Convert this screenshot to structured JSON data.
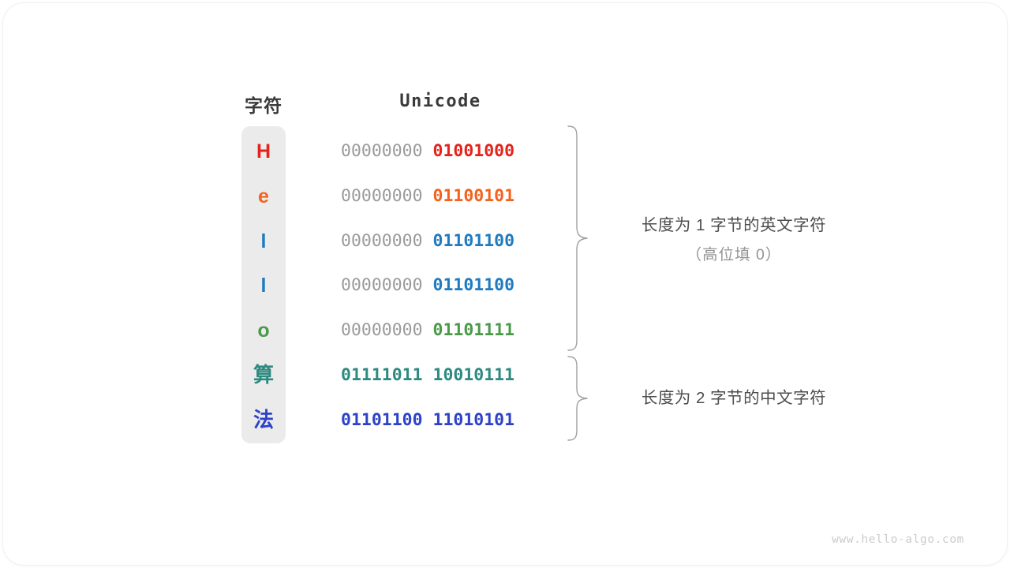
{
  "headers": {
    "character": "字符",
    "unicode": "Unicode"
  },
  "colors": {
    "card_background": "#ffffff",
    "column_background": "#ebebeb",
    "high_byte_gray": "#9a9a9a",
    "annotation_text": "#4d4d4d",
    "annotation_sub_text": "#949494",
    "brace_stroke": "#9e9e9e",
    "watermark": "#cccccc",
    "red": "#e5231c",
    "orange": "#f4621f",
    "blue": "#1f7bbf",
    "green": "#4a9a4a",
    "teal": "#2e8a80",
    "dark_blue": "#2d42c9"
  },
  "rows": [
    {
      "char": "H",
      "char_color": "#e5231c",
      "high_byte": "00000000",
      "low_byte": "01001000",
      "low_color": "#e5231c",
      "high_bold": false,
      "cjk": false,
      "group": "ascii"
    },
    {
      "char": "e",
      "char_color": "#f4621f",
      "high_byte": "00000000",
      "low_byte": "01100101",
      "low_color": "#f4621f",
      "high_bold": false,
      "cjk": false,
      "group": "ascii"
    },
    {
      "char": "l",
      "char_color": "#1f7bbf",
      "high_byte": "00000000",
      "low_byte": "01101100",
      "low_color": "#1f7bbf",
      "high_bold": false,
      "cjk": false,
      "group": "ascii"
    },
    {
      "char": "l",
      "char_color": "#1f7bbf",
      "high_byte": "00000000",
      "low_byte": "01101100",
      "low_color": "#1f7bbf",
      "high_bold": false,
      "cjk": false,
      "group": "ascii"
    },
    {
      "char": "o",
      "char_color": "#4a9a4a",
      "high_byte": "00000000",
      "low_byte": "01101111",
      "low_color": "#4a9a4a",
      "high_bold": false,
      "cjk": false,
      "group": "ascii"
    },
    {
      "char": "算",
      "char_color": "#2e8a80",
      "high_byte": "01111011",
      "low_byte": "10010111",
      "low_color": "#2e8a80",
      "high_color": "#2e8a80",
      "high_bold": true,
      "cjk": true,
      "group": "cjk"
    },
    {
      "char": "法",
      "char_color": "#2d42c9",
      "high_byte": "01101100",
      "low_byte": "11010101",
      "low_color": "#2d42c9",
      "high_color": "#2d42c9",
      "high_bold": true,
      "cjk": true,
      "group": "cjk"
    }
  ],
  "annotations": {
    "ascii": {
      "main": "长度为 1 字节的英文字符",
      "sub": "（高位填 0）"
    },
    "cjk": {
      "main": "长度为 2 字节的中文字符"
    }
  },
  "watermark": "www.hello-algo.com"
}
